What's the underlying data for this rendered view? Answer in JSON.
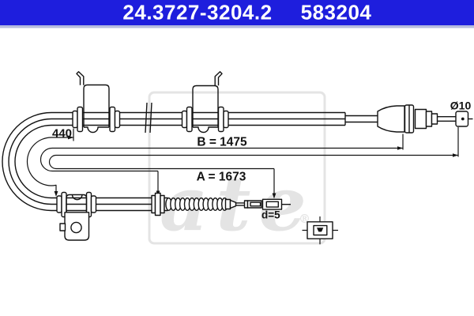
{
  "header": {
    "part_number": "24.3727-3204.2",
    "reference_number": "583204"
  },
  "colors": {
    "header_bg": "#1e1edd",
    "header_text": "#ffffff",
    "header_shadow": "#b6bcdf",
    "line": "#131313",
    "watermark": "#e4e4e4"
  },
  "diagram": {
    "dimensions": {
      "bend_length": "440",
      "sheath_length": "B = 1475",
      "total_length": "A = 1673",
      "rod_diameter": "d=5",
      "eye_diameter": "Ø10"
    },
    "watermark": {
      "text": "ate",
      "registered": "®"
    }
  }
}
